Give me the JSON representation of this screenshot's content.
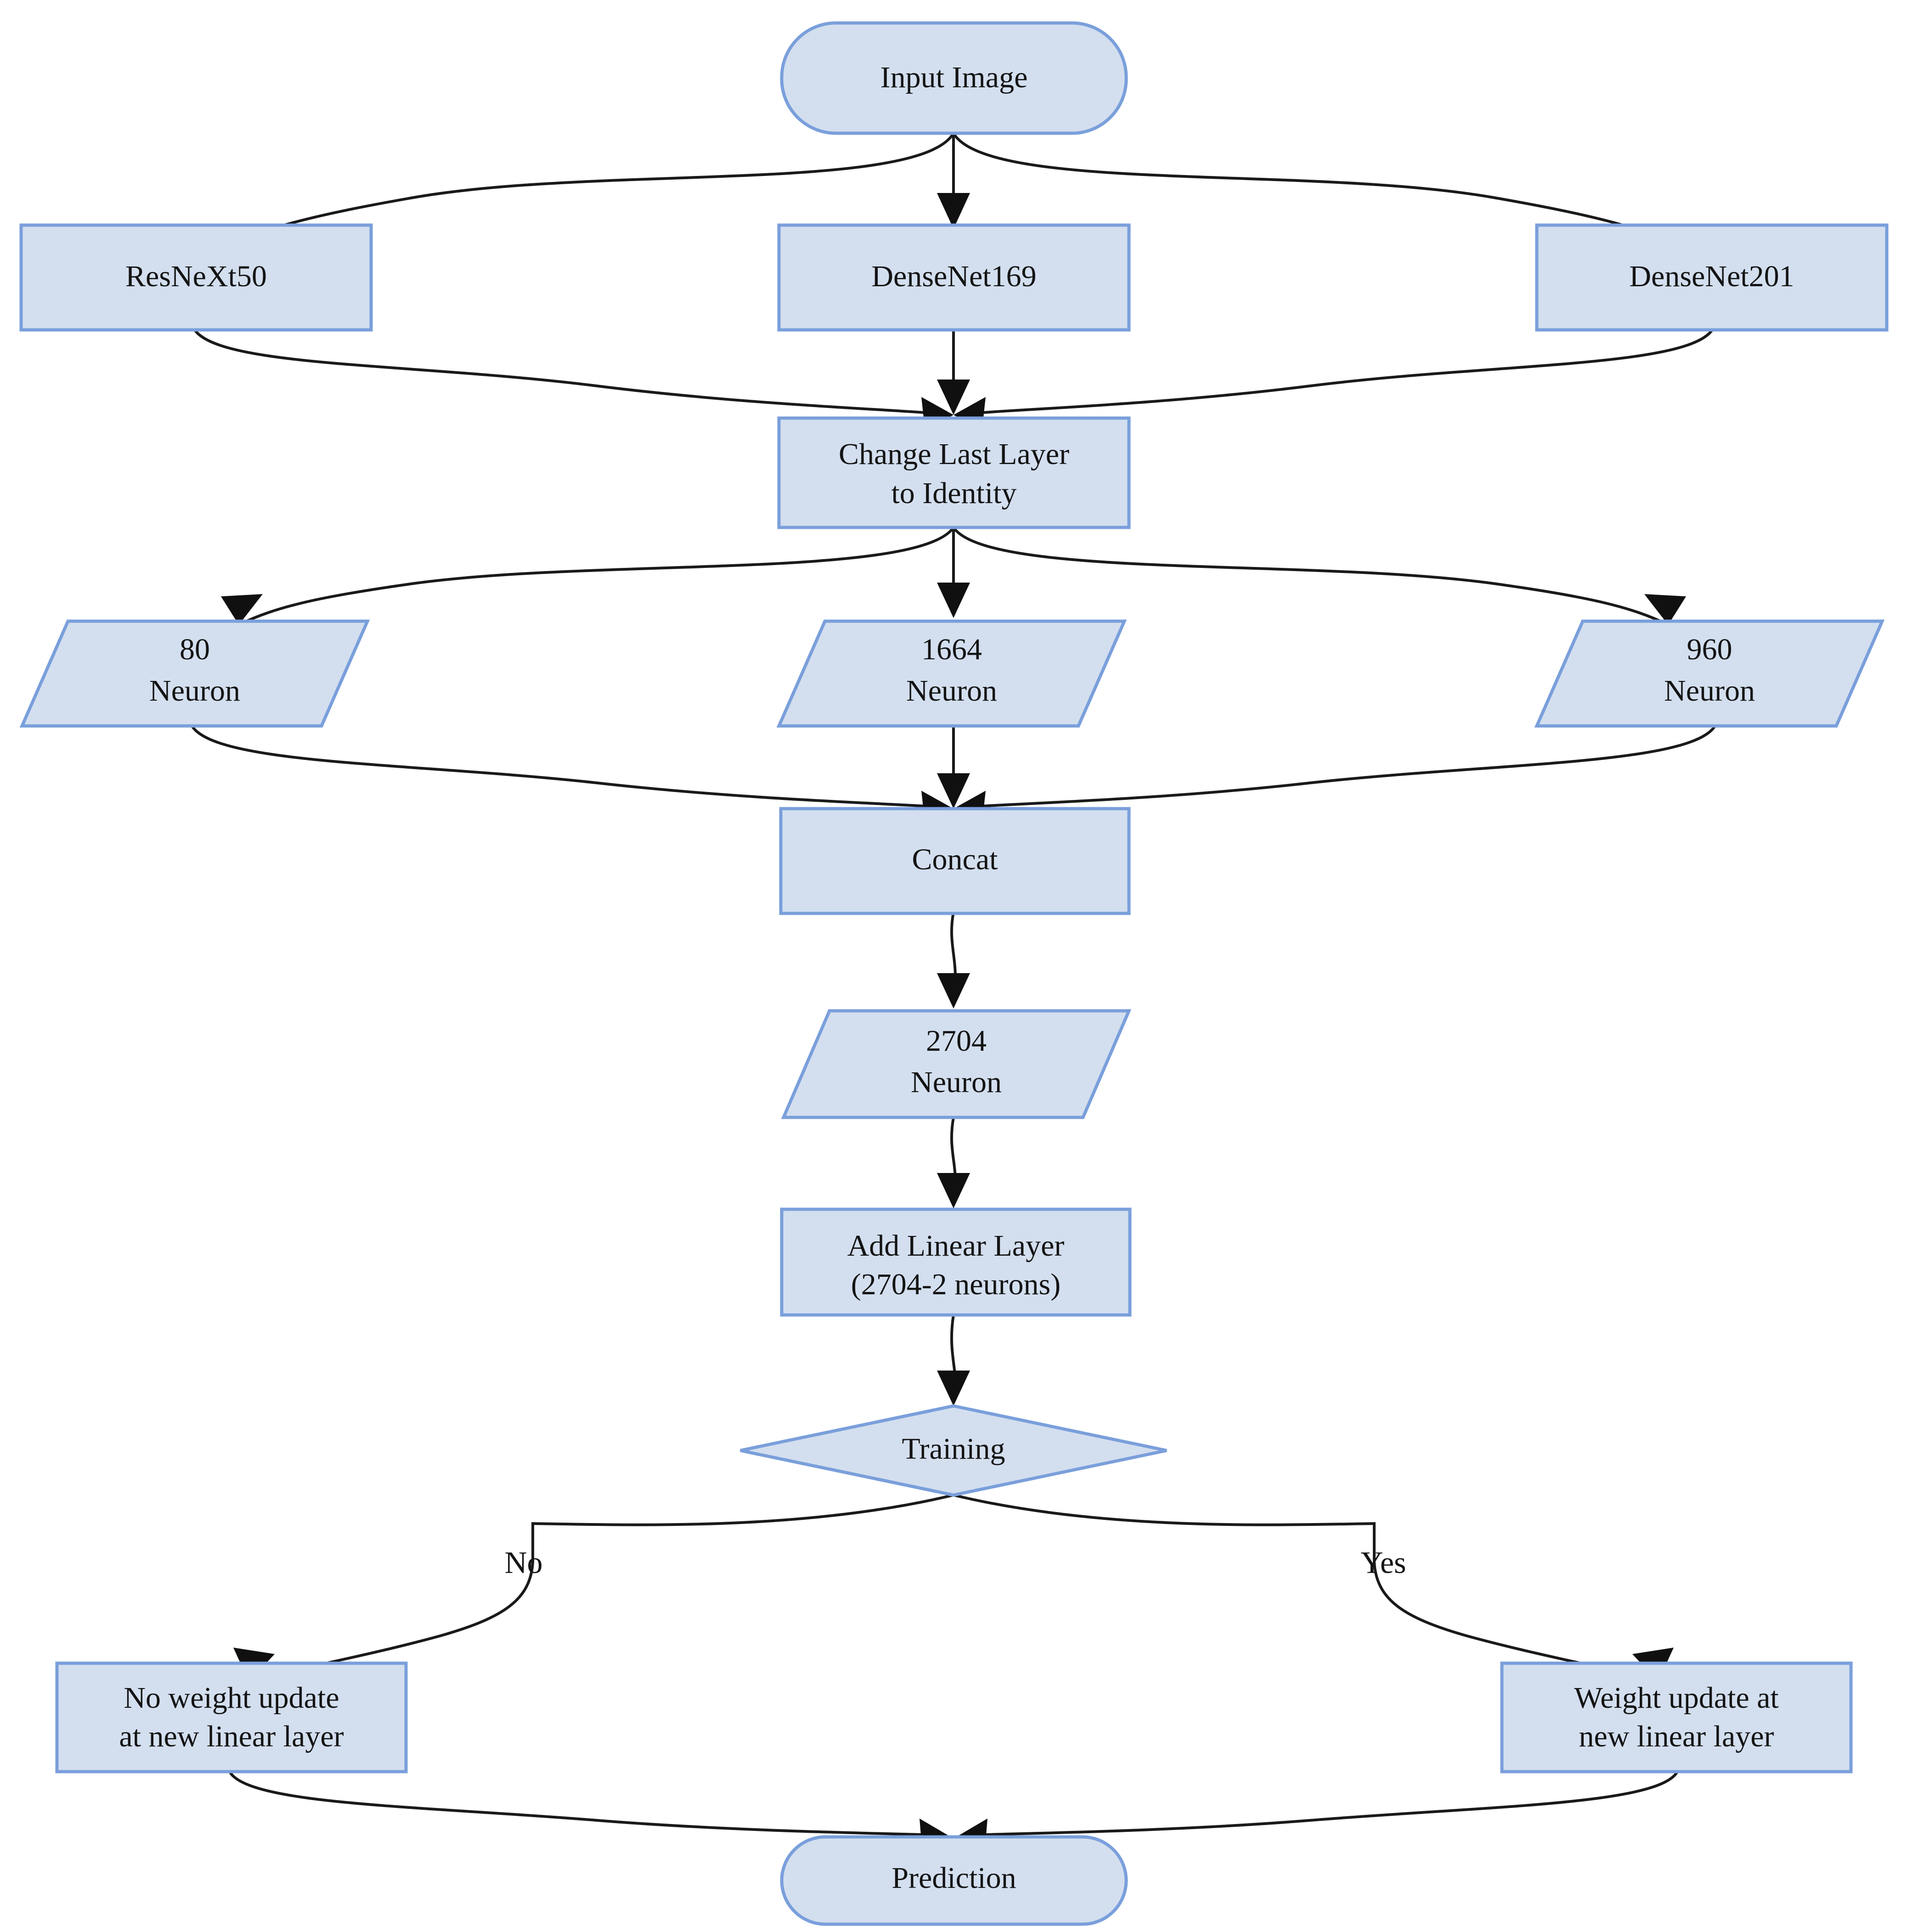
{
  "diagram": {
    "type": "flowchart",
    "title": "Ensemble CNN transfer-learning pipeline",
    "colors": {
      "node_fill": "#d3dfef",
      "node_border": "#7a9fdb",
      "edge": "#1a1a1a",
      "text": "#141414",
      "background": "#ffffff"
    },
    "nodes": [
      {
        "id": "input",
        "shape": "stadium",
        "lines": [
          "Input Image"
        ]
      },
      {
        "id": "resnext50",
        "shape": "rectangle",
        "lines": [
          "ResNeXt50"
        ]
      },
      {
        "id": "densenet169",
        "shape": "rectangle",
        "lines": [
          "DenseNet169"
        ]
      },
      {
        "id": "densenet201",
        "shape": "rectangle",
        "lines": [
          "DenseNet201"
        ]
      },
      {
        "id": "identity",
        "shape": "rectangle",
        "lines": [
          "Change Last Layer",
          "to Identity"
        ]
      },
      {
        "id": "neuron80",
        "shape": "parallelogram",
        "lines": [
          "80",
          "Neuron"
        ]
      },
      {
        "id": "neuron1664",
        "shape": "parallelogram",
        "lines": [
          "1664",
          "Neuron"
        ]
      },
      {
        "id": "neuron960",
        "shape": "parallelogram",
        "lines": [
          "960",
          "Neuron"
        ]
      },
      {
        "id": "concat",
        "shape": "rectangle",
        "lines": [
          "Concat"
        ]
      },
      {
        "id": "neuron2704",
        "shape": "parallelogram",
        "lines": [
          "2704",
          "Neuron"
        ]
      },
      {
        "id": "linear",
        "shape": "rectangle",
        "lines": [
          "Add Linear Layer",
          "(2704-2 neurons)"
        ]
      },
      {
        "id": "training",
        "shape": "diamond",
        "lines": [
          "Training"
        ]
      },
      {
        "id": "noupdate",
        "shape": "rectangle",
        "lines": [
          "No weight update",
          "at new linear layer"
        ]
      },
      {
        "id": "update",
        "shape": "rectangle",
        "lines": [
          "Weight update at",
          "new linear layer"
        ]
      },
      {
        "id": "prediction",
        "shape": "stadium",
        "lines": [
          "Prediction"
        ]
      }
    ],
    "edges": [
      {
        "from": "input",
        "to": "resnext50",
        "label": ""
      },
      {
        "from": "input",
        "to": "densenet169",
        "label": ""
      },
      {
        "from": "input",
        "to": "densenet201",
        "label": ""
      },
      {
        "from": "resnext50",
        "to": "identity",
        "label": ""
      },
      {
        "from": "densenet169",
        "to": "identity",
        "label": ""
      },
      {
        "from": "densenet201",
        "to": "identity",
        "label": ""
      },
      {
        "from": "identity",
        "to": "neuron80",
        "label": ""
      },
      {
        "from": "identity",
        "to": "neuron1664",
        "label": ""
      },
      {
        "from": "identity",
        "to": "neuron960",
        "label": ""
      },
      {
        "from": "neuron80",
        "to": "concat",
        "label": ""
      },
      {
        "from": "neuron1664",
        "to": "concat",
        "label": ""
      },
      {
        "from": "neuron960",
        "to": "concat",
        "label": ""
      },
      {
        "from": "concat",
        "to": "neuron2704",
        "label": ""
      },
      {
        "from": "neuron2704",
        "to": "linear",
        "label": ""
      },
      {
        "from": "linear",
        "to": "training",
        "label": ""
      },
      {
        "from": "training",
        "to": "noupdate",
        "label": "No"
      },
      {
        "from": "training",
        "to": "update",
        "label": "Yes"
      },
      {
        "from": "noupdate",
        "to": "prediction",
        "label": ""
      },
      {
        "from": "update",
        "to": "prediction",
        "label": ""
      }
    ],
    "labels": {
      "input": "Input Image",
      "resnext50": "ResNeXt50",
      "densenet169": "DenseNet169",
      "densenet201": "DenseNet201",
      "identity_l1": "Change Last Layer",
      "identity_l2": "to Identity",
      "neuron80_l1": "80",
      "neuron80_l2": "Neuron",
      "neuron1664_l1": "1664",
      "neuron1664_l2": "Neuron",
      "neuron960_l1": "960",
      "neuron960_l2": "Neuron",
      "concat": "Concat",
      "neuron2704_l1": "2704",
      "neuron2704_l2": "Neuron",
      "linear_l1": "Add Linear Layer",
      "linear_l2": "(2704-2 neurons)",
      "training": "Training",
      "noupdate_l1": "No weight update",
      "noupdate_l2": "at new linear layer",
      "update_l1": "Weight update at",
      "update_l2": "new linear layer",
      "prediction": "Prediction",
      "branch_no": "No",
      "branch_yes": "Yes"
    }
  }
}
